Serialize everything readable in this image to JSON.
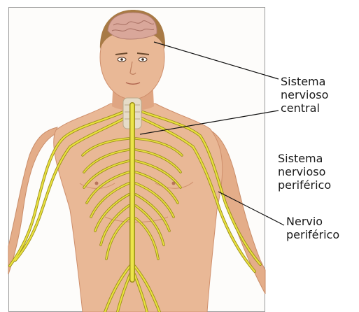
{
  "labels": {
    "central": [
      "Sistema",
      "nervioso",
      "central"
    ],
    "peripheral_system": [
      "Sistema",
      "nervioso",
      "periférico"
    ],
    "peripheral_nerve": [
      "Nervio",
      "periférico"
    ]
  },
  "colors": {
    "skin": "#e9b896",
    "skin_shadow": "#cf8f6c",
    "nerve": "#e9e23f",
    "nerve_outline": "#9c8f1a",
    "hair": "#a87a45",
    "brain": "#d9a79a",
    "frame": "#8f8f8f",
    "leader": "#111111"
  }
}
